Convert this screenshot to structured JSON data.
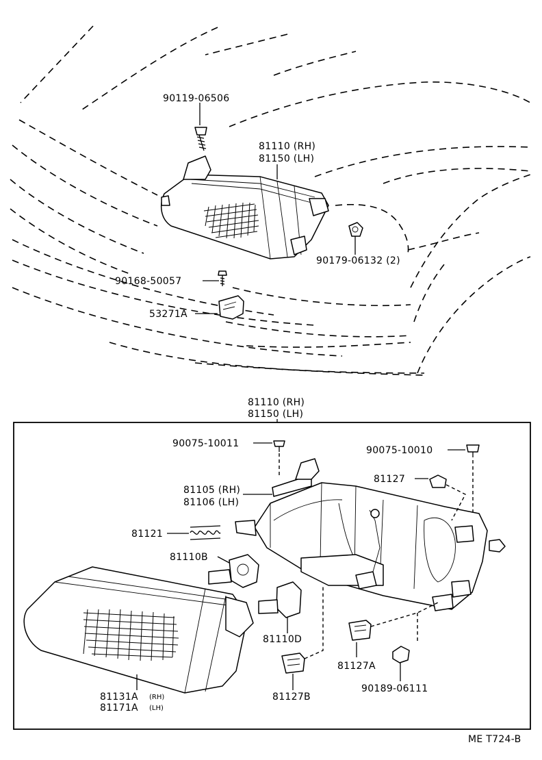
{
  "labels": {
    "bolt_top": "90119-06506",
    "housing_rh": "81110 (RH)",
    "housing_lh": "81150 (LH)",
    "nut": "90179-06132 (2)",
    "screw": "90168-50057",
    "bracket": "53271A",
    "detail_rh": "81110 (RH)",
    "detail_lh": "81150 (LH)",
    "screw_a": "90075-10011",
    "screw_b": "90075-10010",
    "cap": "81127",
    "body_rh": "81105 (RH)",
    "body_lh": "81106 (LH)",
    "spring": "81121",
    "bulb_b": "81110B",
    "bulb_d": "81110D",
    "socket_a": "81127A",
    "socket_b": "81127B",
    "clip": "90189-06111",
    "lens_rh": "81131A",
    "lens_rh_tag": "(RH)",
    "lens_lh": "81171A",
    "lens_lh_tag": "(LH)",
    "footer_code": "ME T724-B"
  }
}
